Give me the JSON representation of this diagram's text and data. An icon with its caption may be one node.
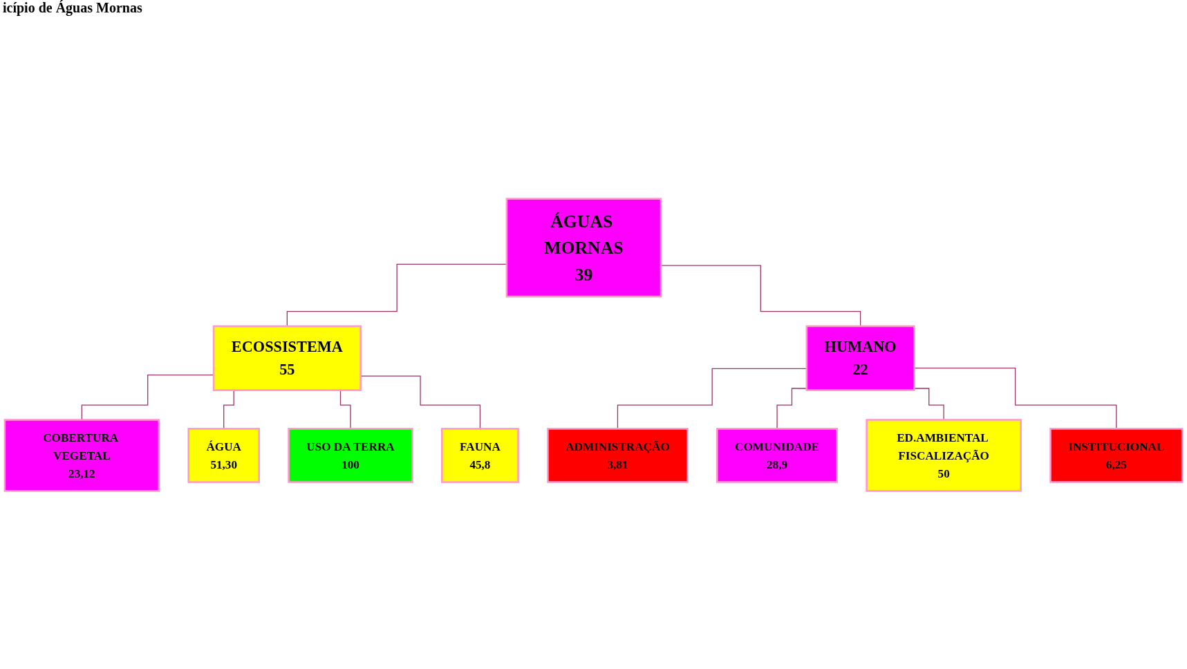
{
  "diagram": {
    "title": "icípio de Águas Mornas",
    "nodes": [
      {
        "text": [
          "ÁGUAS MORNAS",
          "39"
        ]
      },
      {
        "text": [
          "ECOSSISTEMA",
          "55"
        ]
      },
      {
        "text": [
          "HUMANO",
          "22"
        ]
      },
      {
        "text": [
          "COBERTURA VEGETAL",
          "23,12"
        ]
      },
      {
        "text": [
          "ÁGUA",
          "51,30"
        ]
      },
      {
        "text": [
          "USO DA TERRA",
          "100"
        ]
      },
      {
        "text": [
          "FAUNA",
          "45,8"
        ]
      },
      {
        "text": [
          "ADMINISTRAÇÃO",
          "3,81"
        ]
      },
      {
        "text": [
          "COMUNIDADE",
          "28,9"
        ]
      },
      {
        "text": [
          "ED.AMBIENTAL FISCALIZAÇÃO",
          "50"
        ]
      },
      {
        "text": [
          "INSTITUCIONAL",
          "6,25"
        ]
      }
    ],
    "edges": [
      {
        "from": 0,
        "to": 1,
        "arrow": "none"
      },
      {
        "from": 0,
        "to": 2,
        "arrow": "none"
      },
      {
        "from": 1,
        "to": 3,
        "arrow": "none"
      },
      {
        "from": 1,
        "to": 4,
        "arrow": "none"
      },
      {
        "from": 1,
        "to": 5,
        "arrow": "none"
      },
      {
        "from": 1,
        "to": 6,
        "arrow": "none"
      },
      {
        "from": 2,
        "to": 7,
        "arrow": "none"
      },
      {
        "from": 2,
        "to": 8,
        "arrow": "none"
      },
      {
        "from": 2,
        "to": 9,
        "arrow": "none"
      },
      {
        "from": 2,
        "to": 10,
        "arrow": "none"
      }
    ]
  }
}
